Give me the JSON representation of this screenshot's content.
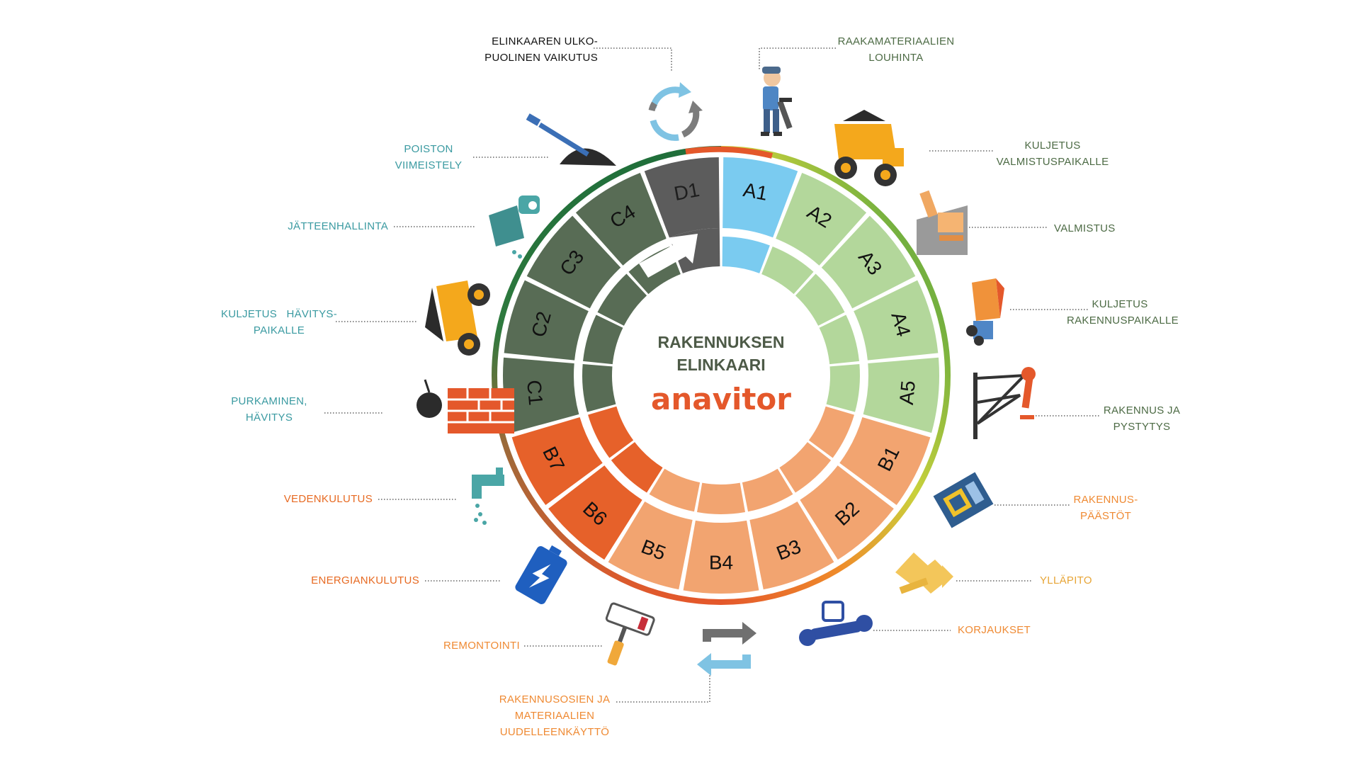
{
  "center": {
    "title_line1": "RAKENNUKSEN",
    "title_line2": "ELINKAARI",
    "logo_text": "anavitor",
    "logo_color": "#e4582b"
  },
  "segments": [
    {
      "code": "A1",
      "color": "#7acbf0"
    },
    {
      "code": "A2",
      "color": "#b3d79b"
    },
    {
      "code": "A3",
      "color": "#b3d79b"
    },
    {
      "code": "A4",
      "color": "#b3d79b"
    },
    {
      "code": "A5",
      "color": "#b3d79b"
    },
    {
      "code": "B1",
      "color": "#f2a470"
    },
    {
      "code": "B2",
      "color": "#f2a470"
    },
    {
      "code": "B3",
      "color": "#f2a470"
    },
    {
      "code": "B4",
      "color": "#f2a470"
    },
    {
      "code": "B5",
      "color": "#f2a470"
    },
    {
      "code": "B6",
      "color": "#e6612a"
    },
    {
      "code": "B7",
      "color": "#e6612a"
    },
    {
      "code": "C1",
      "color": "#586c55"
    },
    {
      "code": "C2",
      "color": "#586c55"
    },
    {
      "code": "C3",
      "color": "#586c55"
    },
    {
      "code": "C4",
      "color": "#586c55"
    },
    {
      "code": "D1",
      "color": "#5c5c5c"
    }
  ],
  "labels": {
    "d1": [
      "ELINKAAREN ULKO-",
      "PUOLINEN VAIKUTUS"
    ],
    "a1": [
      "RAAKAMATERIAALIEN",
      "LOUHINTA"
    ],
    "a2": [
      "KULJETUS",
      "VALMISTUSPAIKALLE"
    ],
    "a3": [
      "VALMISTUS"
    ],
    "a4": [
      "KULJETUS",
      "RAKENNUSPAIKALLE"
    ],
    "a5": [
      "RAKENNUS JA",
      "PYSTYTYS"
    ],
    "b1": [
      "RAKENNUS-",
      "PÄÄSTÖT"
    ],
    "b2": [
      "YLLÄPITO"
    ],
    "b3": [
      "KORJAUKSET"
    ],
    "reuse": [
      "RAKENNUSOSIEN JA",
      "MATERIAALIEN",
      "UUDELLEENKÄYTTÖ"
    ],
    "b5": [
      "REMONTOINTI"
    ],
    "b6": [
      "ENERGIANKULUTUS"
    ],
    "b7": [
      "VEDENKULUTUS"
    ],
    "c1": [
      "PURKAMINEN,",
      "HÄVITYS"
    ],
    "c2": [
      "KULJETUS   HÄVITYS-",
      "PAIKALLE"
    ],
    "c3": [
      "JÄTTEENHALLINTA"
    ],
    "c4": [
      "POISTON",
      "VIIMEISTELY"
    ]
  },
  "colors": {
    "ring_gradient": [
      "#e4582b",
      "#ef8c2a",
      "#b9cf3c",
      "#4e9b3c",
      "#1f6e3a"
    ]
  },
  "icons": [
    "recycle-icon",
    "miner-icon",
    "dump-truck-icon",
    "factory-icon",
    "delivery-truck-icon",
    "crane-icon",
    "circuit-board-icon",
    "maintenance-icon",
    "wrench-icon",
    "reuse-arrows-icon",
    "paint-roller-icon",
    "battery-icon",
    "faucet-icon",
    "wrecking-ball-icon",
    "dump-truck-icon",
    "garbage-truck-icon",
    "shovel-icon"
  ]
}
